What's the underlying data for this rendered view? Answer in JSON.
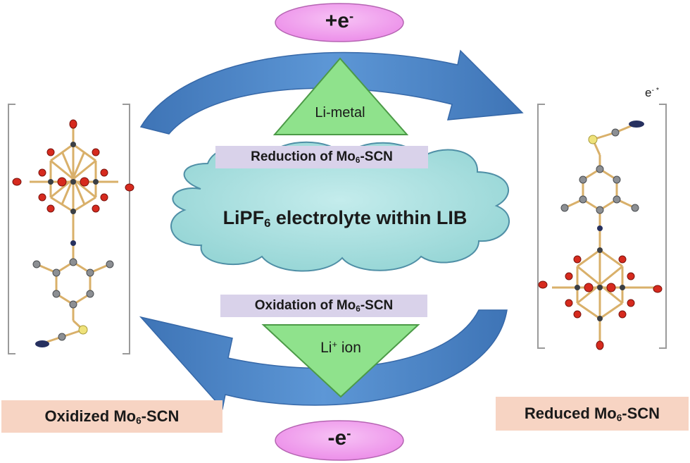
{
  "top_electron": {
    "base": "+e",
    "sup": "-"
  },
  "bottom_electron": {
    "base": "-e",
    "sup": "-"
  },
  "top_triangle": "Li-metal",
  "bottom_triangle": {
    "base": "Li",
    "sup": "+",
    "tail": " ion"
  },
  "reduction_label": {
    "pre": "Reduction of Mo",
    "sub": "6",
    "post": "-SCN"
  },
  "oxidation_label": {
    "pre": "Oxidation of Mo",
    "sub": "6",
    "post": "-SCN"
  },
  "cloud_label": {
    "pre": "LiPF",
    "sub": "6",
    "post": " electrolyte within LIB"
  },
  "left_label": {
    "pre": "Oxidized Mo",
    "sub": "6",
    "post": "-SCN"
  },
  "right_label": {
    "pre": "Reduced Mo",
    "sub": "6",
    "post": "-SCN"
  },
  "charge_marker": {
    "base": "e",
    "sup": "- *"
  },
  "colors": {
    "ellipse_fill": "#f0a3ee",
    "triangle_fill": "#8fe28c",
    "arrow_blue": "#4f87c9",
    "cloud_fill": "#a7dede",
    "label_purple": "#d9d2ea",
    "label_peach": "#f7d4c3",
    "oxygen_red": "#d62a1e",
    "nitrogen_navy": "#26305f",
    "sulfur_yellow": "#efe27a",
    "carbon_grey": "#8c8f93",
    "bond_tan": "#d9b06a"
  }
}
